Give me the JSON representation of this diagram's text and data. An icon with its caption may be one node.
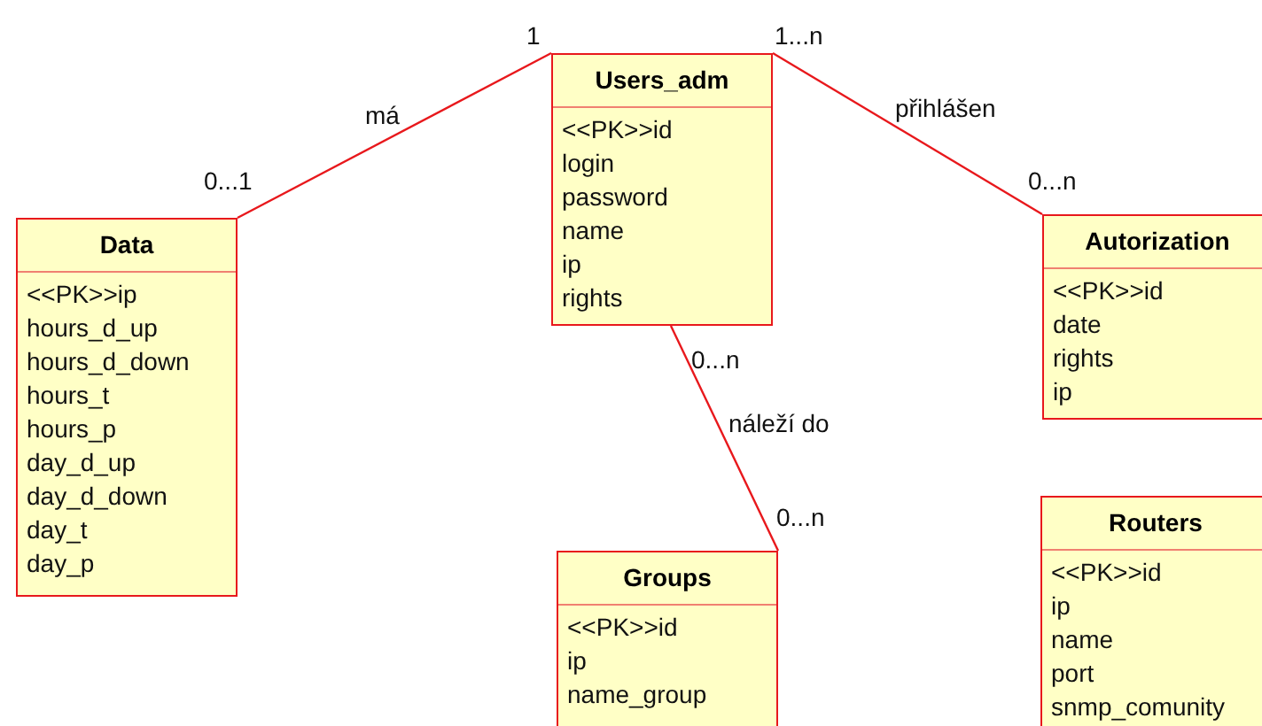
{
  "diagram": {
    "nodes": [
      {
        "text": [
          "Users_adm",
          "<<PK>>id",
          "login",
          "password",
          "name",
          "ip",
          "rights"
        ]
      },
      {
        "text": [
          "Data",
          "<<PK>>ip",
          "hours_d_up",
          "hours_d_down",
          "hours_t",
          "hours_p",
          "day_d_up",
          "day_d_down",
          "day_t",
          "day_p"
        ]
      },
      {
        "text": [
          "Autorization",
          "<<PK>>id",
          "date",
          "rights",
          "ip"
        ]
      },
      {
        "text": [
          "Groups",
          "<<PK>>id",
          "ip",
          "name_group"
        ]
      },
      {
        "text": [
          "Routers",
          "<<PK>>id",
          "ip",
          "name",
          "port",
          "snmp_comunity"
        ]
      }
    ],
    "edges": [
      {
        "from": 0,
        "to": 1,
        "arrow": "none",
        "label": "má"
      },
      {
        "from": 0,
        "to": 2,
        "arrow": "none",
        "label": "přihlášen"
      },
      {
        "from": 0,
        "to": 3,
        "arrow": "none",
        "label": "náleží do"
      }
    ],
    "labels": [
      "1",
      "1...n",
      "0...1",
      "0...n",
      "0...n",
      "0...n"
    ]
  }
}
